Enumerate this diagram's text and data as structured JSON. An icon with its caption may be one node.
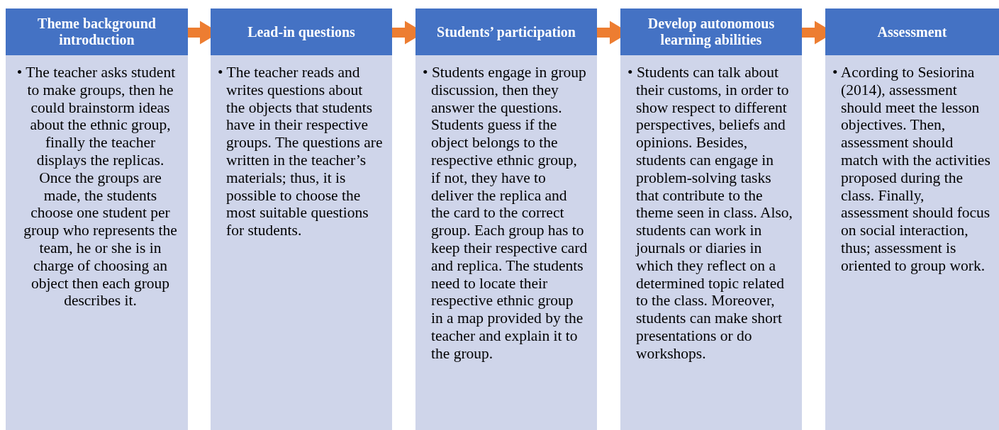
{
  "diagram": {
    "nodes": [
      {
        "text": [
          "Theme background introduction",
          "• The teacher asks student to make groups, then he could brainstorm ideas about the ethnic group, finally the teacher displays the replicas. Once the groups are made, the students choose one student per group who represents the team, he or she is in charge of choosing an object then each group describes it."
        ]
      },
      {
        "text": [
          "Lead-in questions",
          "• The teacher reads and writes questions about the objects that students have in their respective groups. The questions are written in the teacher’s materials; thus, it is possible to choose the most suitable questions for students."
        ]
      },
      {
        "text": [
          "Students’ participation",
          "• Students engage in group discussion, then they answer the questions. Students guess if the object belongs to the respective ethnic group, if not, they have to deliver the replica and the card to the correct group. Each group has to keep their respective card and replica. The students need to locate their respective ethnic group in a map provided by the teacher and explain it to the group."
        ]
      },
      {
        "text": [
          "Develop autonomous learning abilities",
          "• Students can talk about their customs, in order to show respect to different perspectives, beliefs and opinions. Besides, students can engage in problem-solving tasks that contribute to the theme seen in class. Also, students can work in journals or diaries in which they reflect on a determined topic related to the class. Moreover, students can make short presentations or do workshops."
        ]
      },
      {
        "text": [
          "Assessment",
          "• Acording to Sesiorina (2014), assessment should meet the lesson objectives. Then, assessment should match with the activities proposed during the class. Finally, assessment should focus on social interaction, thus; assessment is oriented to group work."
        ]
      }
    ],
    "edges": [
      {
        "from": 0,
        "to": 1,
        "arrow": "to"
      },
      {
        "from": 1,
        "to": 2,
        "arrow": "to"
      },
      {
        "from": 2,
        "to": 3,
        "arrow": "to"
      },
      {
        "from": 3,
        "to": 4,
        "arrow": "to"
      }
    ]
  }
}
